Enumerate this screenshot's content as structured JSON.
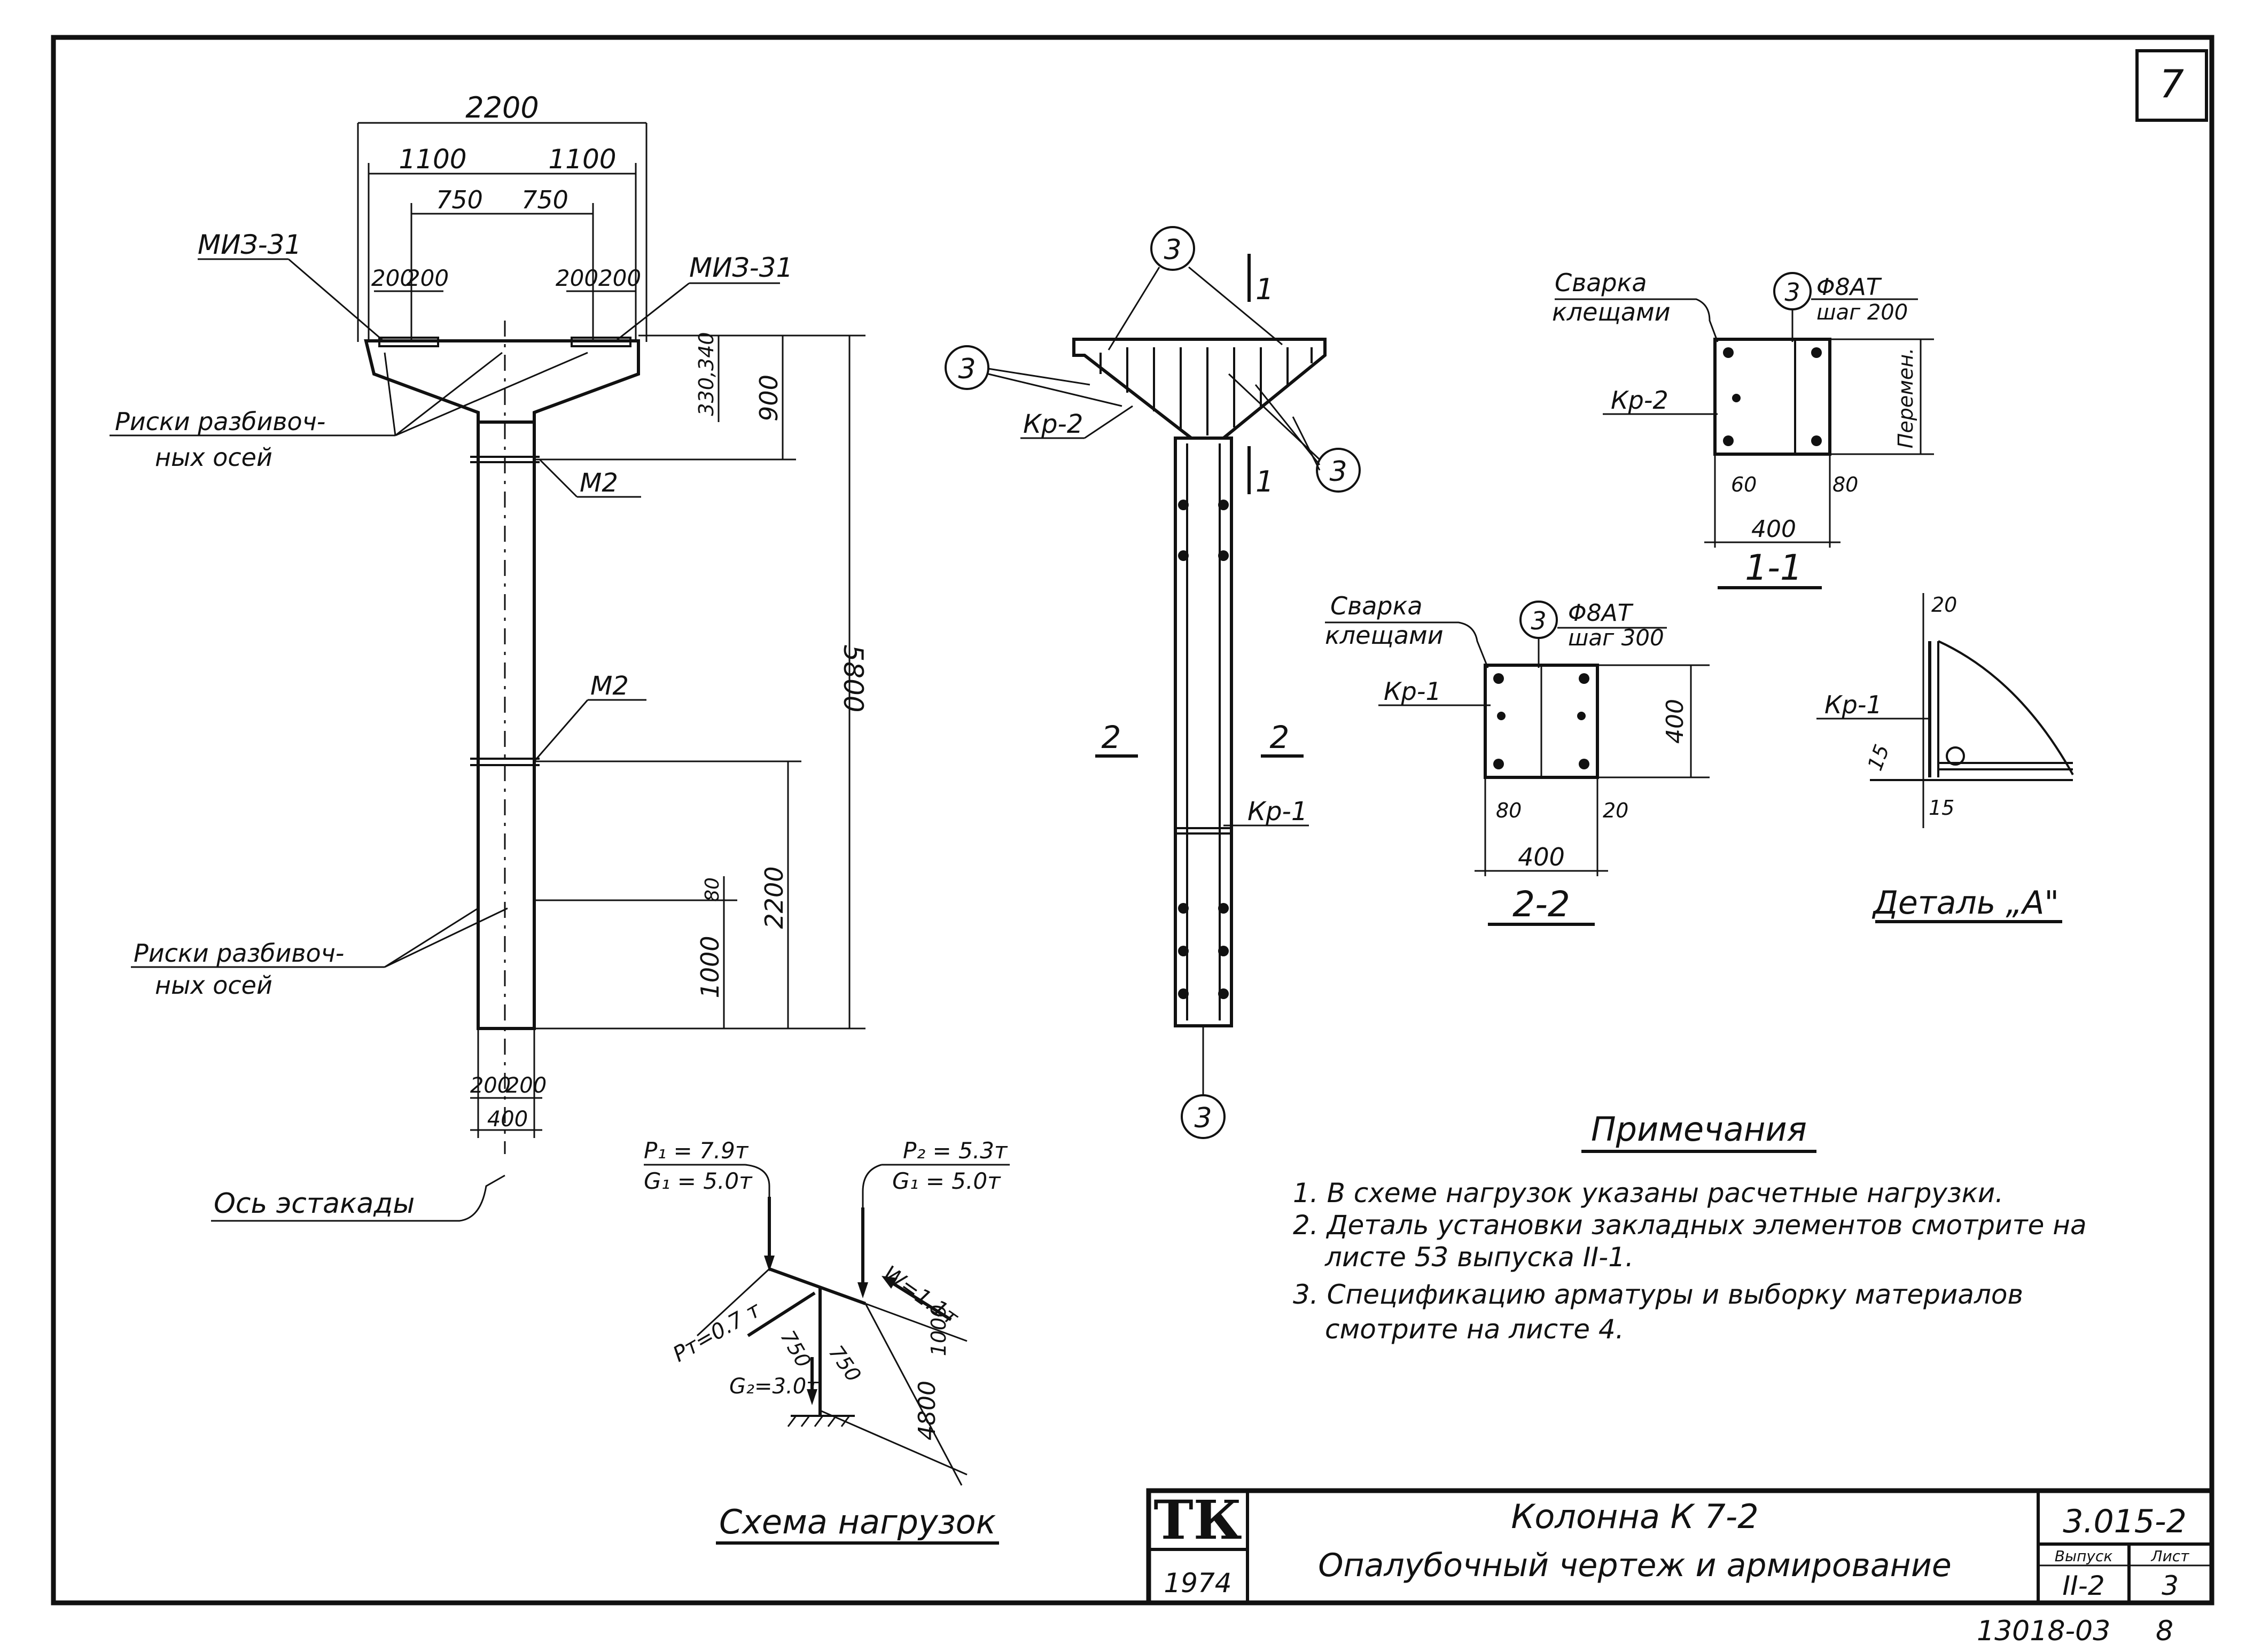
{
  "sheet": {
    "corner_number": "7",
    "footer_code": "13018-03",
    "footer_page": "8"
  },
  "title_block": {
    "logo": "ТК",
    "year": "1974",
    "title_line1": "Колонна К 7-2",
    "title_line2": "Опалубочный чертеж и армирование",
    "series": "3.015-2",
    "issue_label": "Выпуск",
    "issue_value": "II-2",
    "sheet_label": "Лист",
    "sheet_value": "3"
  },
  "elevation": {
    "dim_total_width": "2200",
    "dim_half_left": "1100",
    "dim_half_right": "1100",
    "dim_inner_left": "750",
    "dim_inner_right": "750",
    "dim_200_a": "200",
    "dim_200_b": "200",
    "dim_200_c": "200",
    "dim_200_d": "200",
    "embed_left": "МИЗ-31",
    "embed_right": "МИЗ-31",
    "dim_head_height": "900",
    "dim_sub": "330,340",
    "dim_total_height": "5800",
    "dim_lower": "2200",
    "dim_base": "1000",
    "dim_small": "80",
    "dim_bottom_200a": "200",
    "dim_bottom_200b": "200",
    "dim_bottom_400": "400",
    "marks_top": "Риски разбивоч-",
    "marks_top2": "ных осей",
    "marks_bottom": "Риски разбивоч-",
    "marks_bottom2": "ных осей",
    "m2_upper": "М2",
    "m2_lower": "М2",
    "axis_label": "Ось эстакады"
  },
  "reinforcement": {
    "callout": "3",
    "kp2": "Кр-2",
    "kp1": "Кр-1",
    "section_mark_1": "1",
    "section_mark_2": "2"
  },
  "section_11": {
    "weld_line1": "Сварка",
    "weld_line2": "клещами",
    "bar_callout": "3",
    "bar_spec": "Φ8АТ",
    "bar_step": "шаг 200",
    "kp": "Кр-2",
    "var_label": "Перемен.",
    "dim_left": "60",
    "dim_right": "80",
    "dim_width": "400",
    "title": "1-1"
  },
  "section_22": {
    "weld_line1": "Сварка",
    "weld_line2": "клещами",
    "bar_callout": "3",
    "bar_spec": "Φ8АТ",
    "bar_step": "шаг 300",
    "kp": "Кр-1",
    "dim_height": "400",
    "dim_left": "80",
    "dim_right": "20",
    "dim_width": "400",
    "title": "2-2"
  },
  "detail_a": {
    "kp": "Кр-1",
    "dim_top": "20",
    "dim_left": "15",
    "dim_bottom": "15",
    "title": "Деталь „А\""
  },
  "load_scheme": {
    "p1": "P₁ = 7.9т",
    "g1a": "G₁ = 5.0т",
    "p2": "P₂ = 5.3т",
    "g1b": "G₁ = 5.0т",
    "w": "W=1.1т",
    "pt": "Pт=0.7 т",
    "d750a": "750",
    "d750b": "750",
    "d1000": "1000",
    "d4800": "4800",
    "g2": "G₂=3.0т",
    "title": "Схема нагрузок"
  },
  "notes": {
    "title": "Примечания",
    "line1": "1. В схеме нагрузок указаны расчетные нагрузки.",
    "line2": "2. Деталь установки закладных элементов смотрите на",
    "line3": "листе        53   выпуска II-1.",
    "line4": "3. Спецификацию арматуры и выборку материалов",
    "line5": "смотрите на листе 4."
  }
}
